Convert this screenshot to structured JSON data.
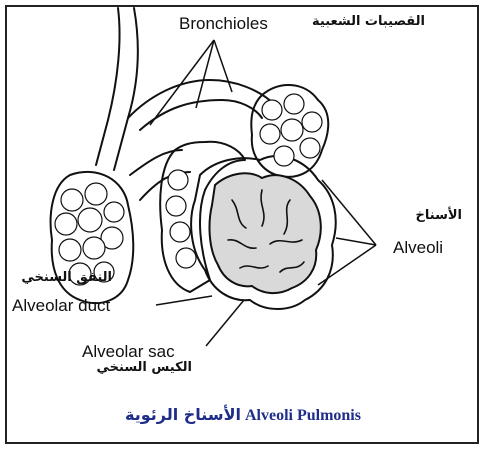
{
  "labels": {
    "bronchioles_en": "Bronchioles",
    "bronchioles_ar": "القصيبات الشعبية",
    "alveoli_ar": "الأسناخ",
    "alveoli_en": "Alveoli",
    "alveolar_duct_ar": "النفق السنخي",
    "alveolar_duct_en": "Alveolar duct",
    "alveolar_sac_en": "Alveolar sac",
    "alveolar_sac_ar": "الكيس السنخي"
  },
  "caption": {
    "arabic": "الأسناخ الرئوية",
    "latin": "Alveoli Pulmonis"
  },
  "colors": {
    "caption": "#1f2d8a",
    "line": "#111111",
    "section_fill": "#d9d9d9"
  }
}
